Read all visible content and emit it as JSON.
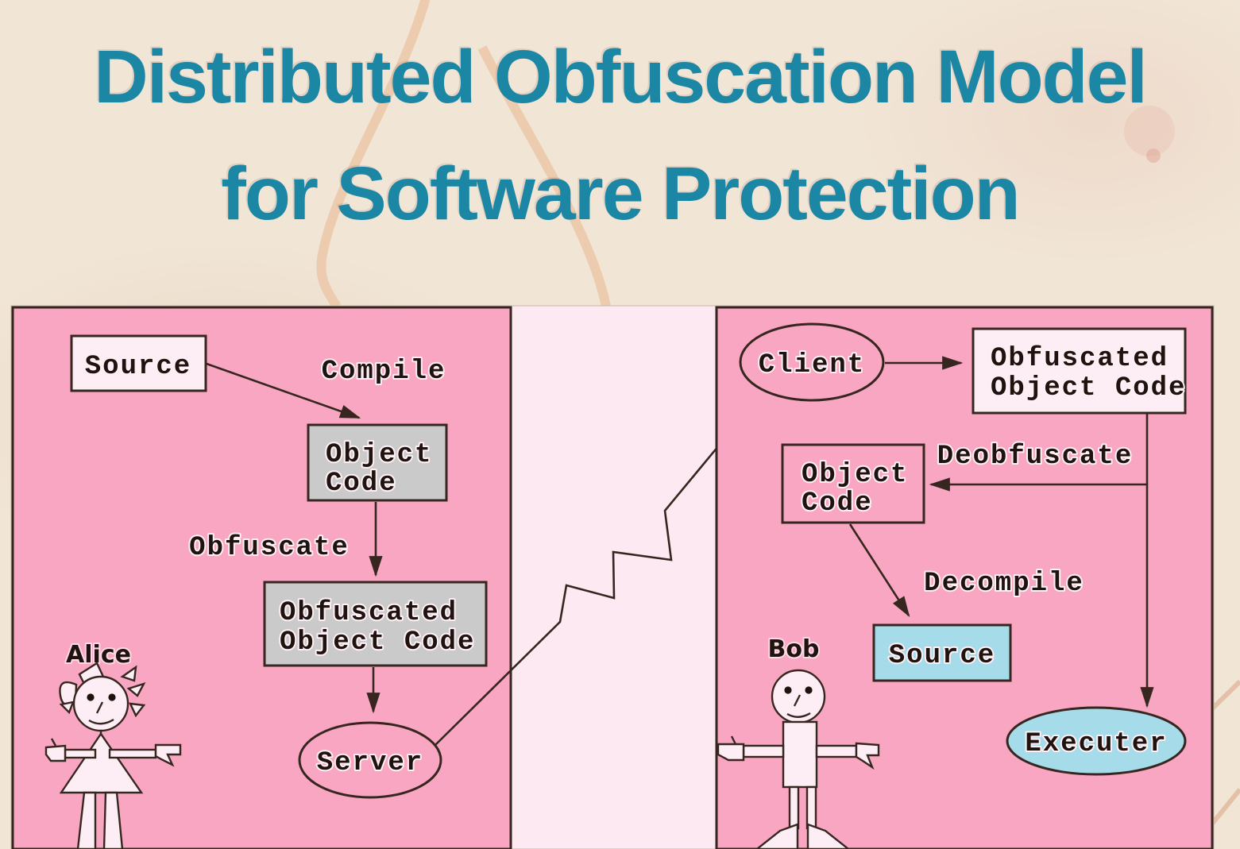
{
  "title": {
    "line1": "Distributed Obfuscation Model",
    "line2": "for Software Protection"
  },
  "colors": {
    "title_teal": "#1c87a4",
    "paper_background": "#f1e5d6",
    "decor_peach": "#ecc9ad",
    "panel_pink": "#f8a6c1",
    "backdrop_light_pink": "#fde9f1",
    "pale_box_fill": "#fdedf4",
    "gray_box_fill": "#cacaca",
    "blue_fill": "#a6dbe9",
    "line_dark": "#36261f"
  },
  "diagram": {
    "left_panel": {
      "actor_label": "Alice",
      "source_box": "Source",
      "compile_label": "Compile",
      "object_code_box": {
        "line1": "Object",
        "line2": "Code"
      },
      "obfuscate_label": "Obfuscate",
      "obfuscated_object_code_box": {
        "line1": "Obfuscated",
        "line2": "Object Code"
      },
      "server_ellipse": "Server"
    },
    "right_panel": {
      "actor_label": "Bob",
      "client_ellipse": "Client",
      "obfuscated_object_code_box": {
        "line1": "Obfuscated",
        "line2": "Object Code"
      },
      "deobfuscate_label": "Deobfuscate",
      "object_code_box": {
        "line1": "Object",
        "line2": "Code"
      },
      "decompile_label": "Decompile",
      "source_box": "Source",
      "executer_ellipse": "Executer"
    }
  }
}
